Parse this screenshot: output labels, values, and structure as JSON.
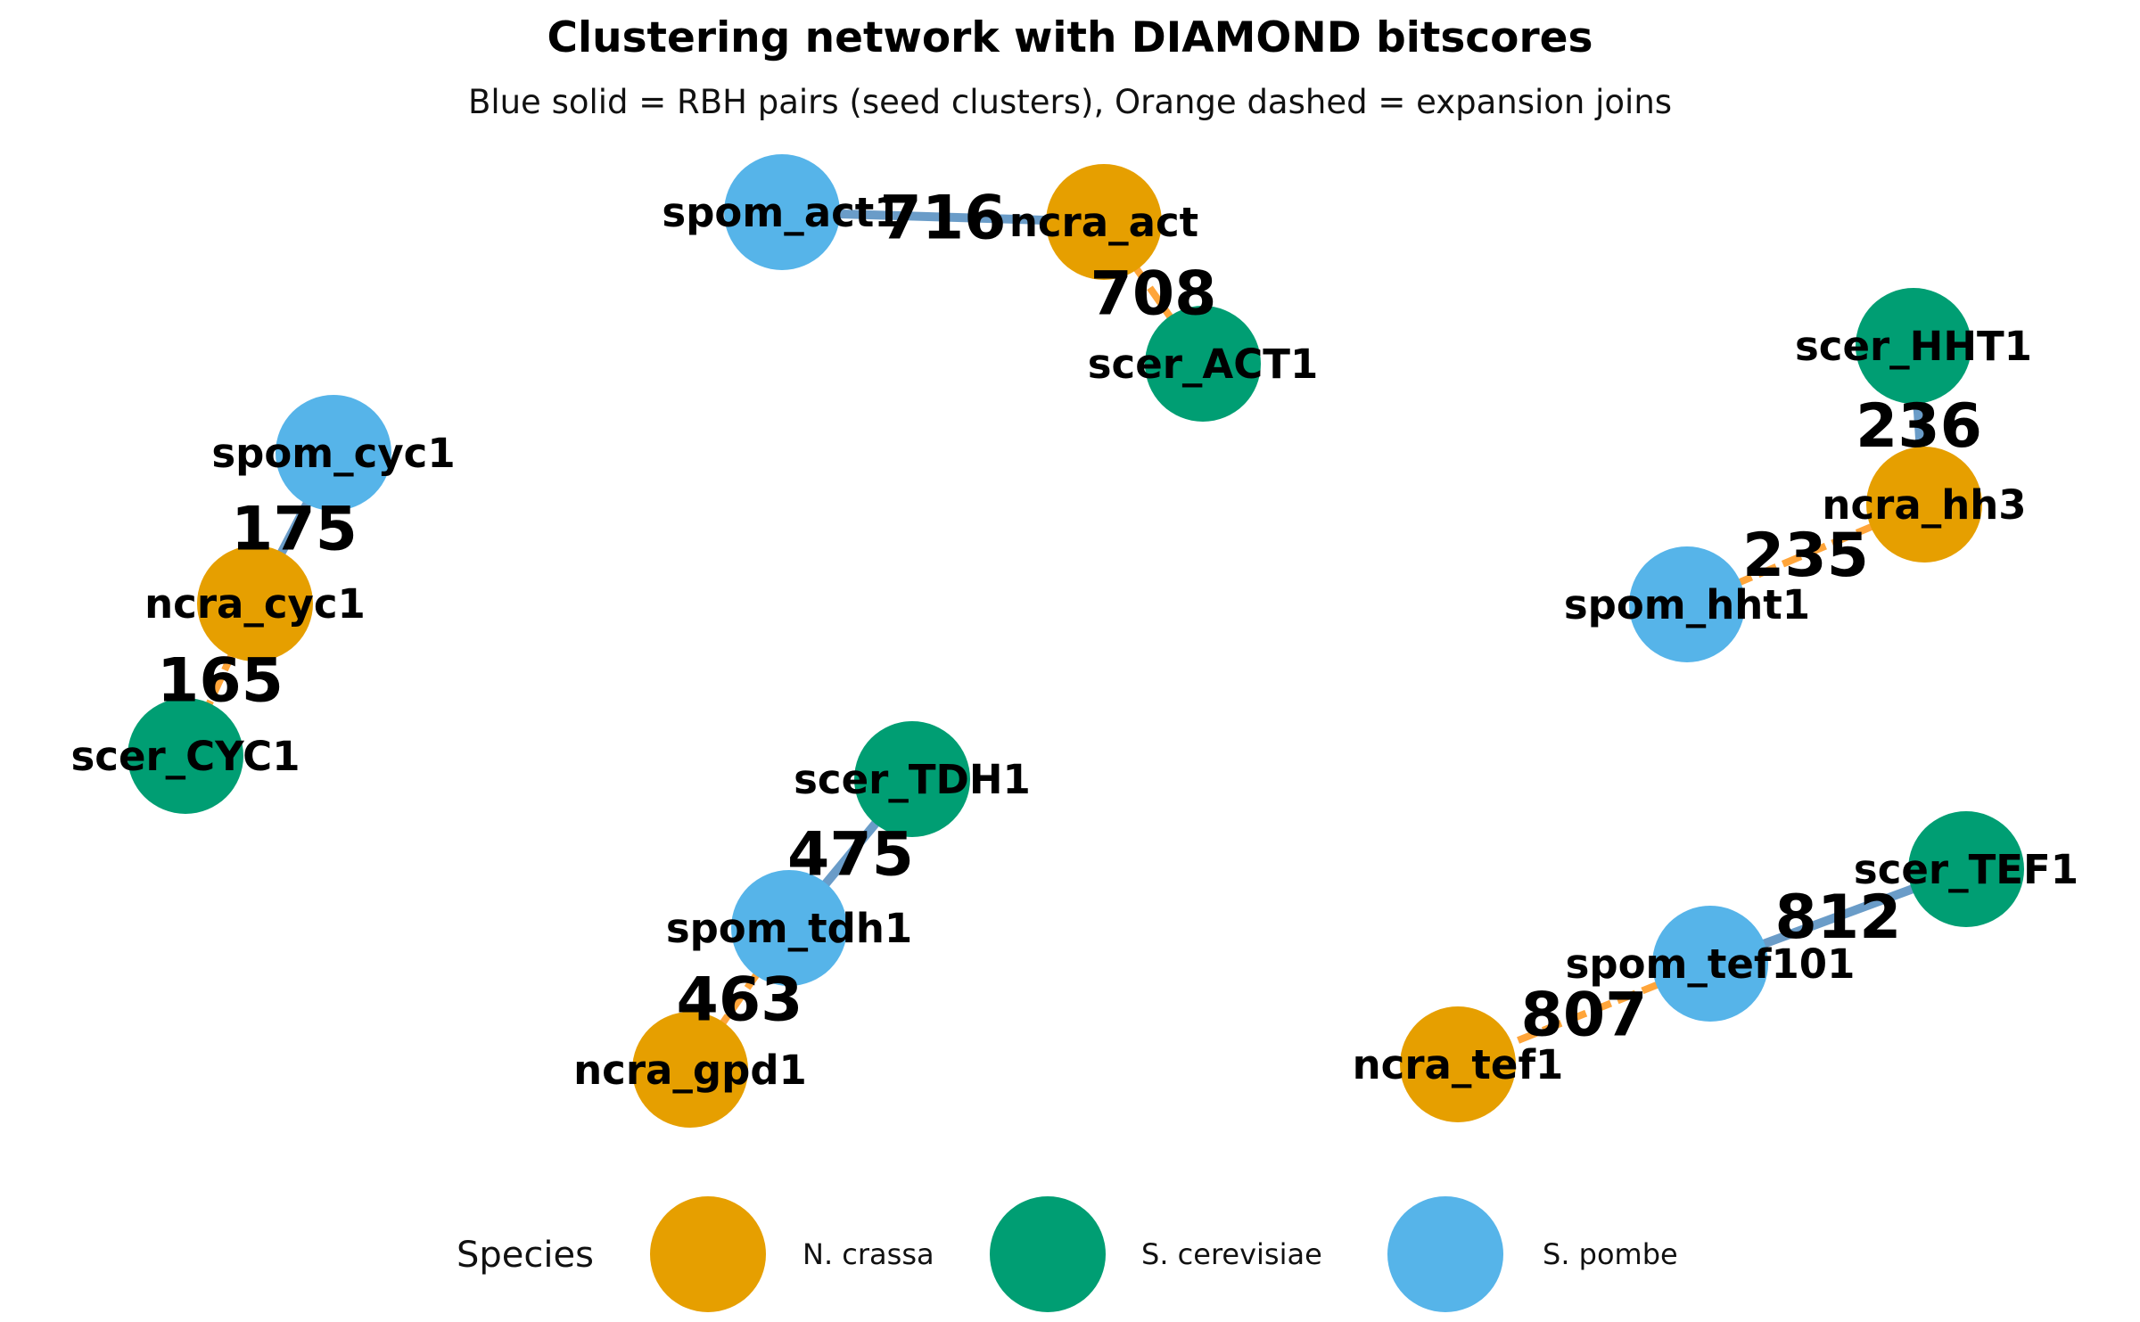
{
  "title": "Clustering network with DIAMOND bitscores",
  "subtitle": "Blue solid = RBH pairs (seed clusters), Orange dashed = expansion joins",
  "colors": {
    "N. crassa": "#E69F00",
    "S. cerevisiae": "#009E73",
    "S. pombe": "#56B4E9",
    "rbh_edge": "#6a9cc8",
    "expansion_edge": "#ffa53a"
  },
  "nodes": [
    {
      "id": "spom_act1",
      "species": "S. pombe"
    },
    {
      "id": "ncra_act",
      "species": "N. crassa"
    },
    {
      "id": "scer_ACT1",
      "species": "S. cerevisiae"
    },
    {
      "id": "scer_HHT1",
      "species": "S. cerevisiae"
    },
    {
      "id": "ncra_hh3",
      "species": "N. crassa"
    },
    {
      "id": "spom_hht1",
      "species": "S. pombe"
    },
    {
      "id": "spom_cyc1",
      "species": "S. pombe"
    },
    {
      "id": "ncra_cyc1",
      "species": "N. crassa"
    },
    {
      "id": "scer_CYC1",
      "species": "S. cerevisiae"
    },
    {
      "id": "scer_TDH1",
      "species": "S. cerevisiae"
    },
    {
      "id": "spom_tdh1",
      "species": "S. pombe"
    },
    {
      "id": "ncra_gpd1",
      "species": "N. crassa"
    },
    {
      "id": "scer_TEF1",
      "species": "S. cerevisiae"
    },
    {
      "id": "spom_tef101",
      "species": "S. pombe"
    },
    {
      "id": "ncra_tef1",
      "species": "N. crassa"
    }
  ],
  "edges": [
    {
      "source": "spom_act1",
      "target": "ncra_act",
      "type": "rbh",
      "bitscore": "716"
    },
    {
      "source": "ncra_act",
      "target": "scer_ACT1",
      "type": "expansion",
      "bitscore": "708"
    },
    {
      "source": "scer_HHT1",
      "target": "ncra_hh3",
      "type": "rbh",
      "bitscore": "236"
    },
    {
      "source": "ncra_hh3",
      "target": "spom_hht1",
      "type": "expansion",
      "bitscore": "235"
    },
    {
      "source": "spom_cyc1",
      "target": "ncra_cyc1",
      "type": "rbh",
      "bitscore": "175"
    },
    {
      "source": "ncra_cyc1",
      "target": "scer_CYC1",
      "type": "expansion",
      "bitscore": "165"
    },
    {
      "source": "scer_TDH1",
      "target": "spom_tdh1",
      "type": "rbh",
      "bitscore": "475"
    },
    {
      "source": "spom_tdh1",
      "target": "ncra_gpd1",
      "type": "expansion",
      "bitscore": "463"
    },
    {
      "source": "scer_TEF1",
      "target": "spom_tef101",
      "type": "rbh",
      "bitscore": "812"
    },
    {
      "source": "spom_tef101",
      "target": "ncra_tef1",
      "type": "expansion",
      "bitscore": "807"
    }
  ],
  "legend": {
    "title": "Species",
    "items": [
      "N. crassa",
      "S. cerevisiae",
      "S. pombe"
    ]
  }
}
